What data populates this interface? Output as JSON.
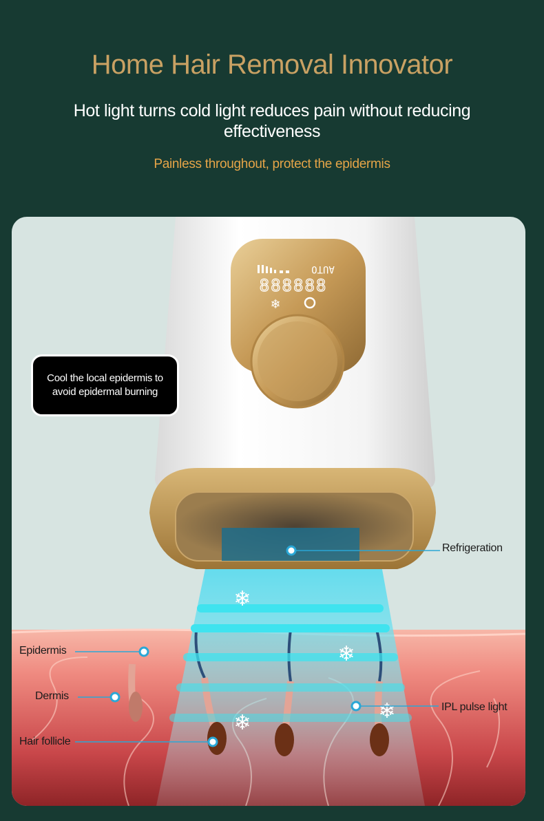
{
  "header": {
    "title": "Home Hair Removal Innovator",
    "subtitle": "Hot light turns cold light reduces pain without reducing effectiveness",
    "tagline": "Painless throughout, protect the epidermis"
  },
  "device": {
    "display_mode": "AUTO",
    "display_digits": "888888"
  },
  "callout": {
    "text": "Cool the local epidermis to avoid epidermal burning"
  },
  "annotations": {
    "refrigeration": "Refrigeration",
    "epidermis": "Epidermis",
    "dermis": "Dermis",
    "hair_follicle": "Hair follicle",
    "ipl_pulse_light": "IPL pulse light"
  },
  "colors": {
    "background": "#173a32",
    "title_gold": "#c9a163",
    "tagline_orange": "#e6a548",
    "cool_light_cyan": "#3fe3ef"
  },
  "icons": [
    "snowflake-icon",
    "power-icon",
    "battery-level-icon"
  ]
}
